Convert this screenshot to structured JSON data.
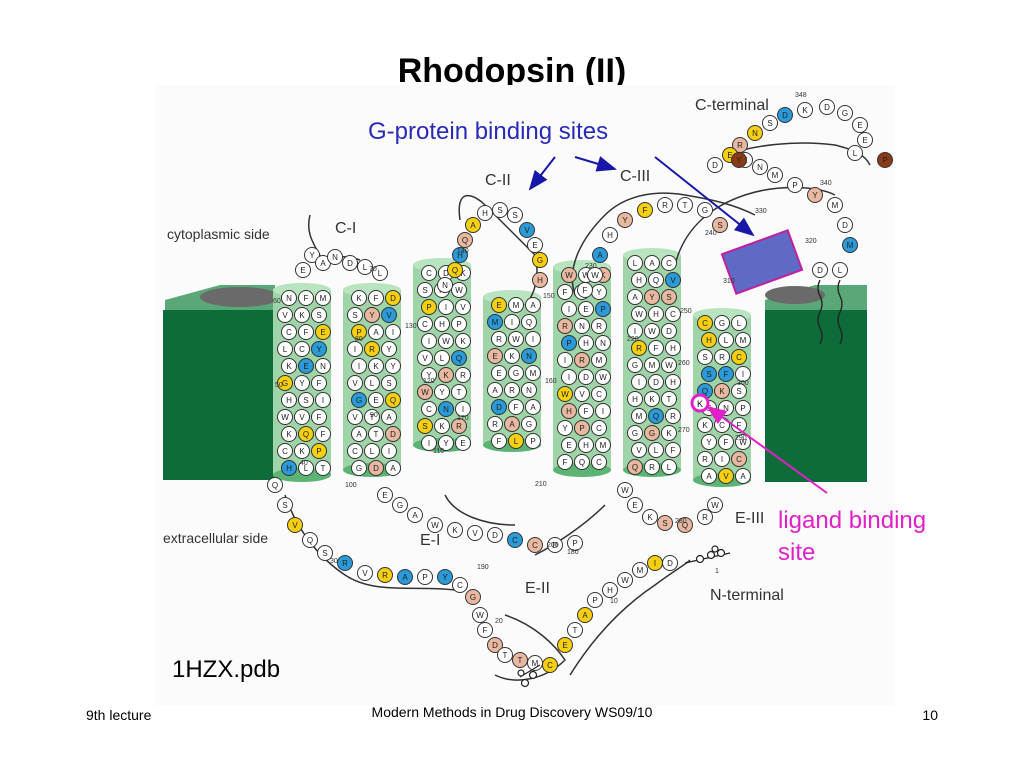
{
  "slide": {
    "title": "Rhodopsin (II)",
    "callout_gprotein": "G-protein binding sites",
    "callout_ligand_line1": "ligand binding",
    "callout_ligand_line2": "site",
    "pdb_label": "1HZX.pdb"
  },
  "diagram": {
    "labels": {
      "c_terminal": "C-terminal",
      "n_terminal": "N-terminal",
      "cytoplasmic": "cytoplasmic side",
      "extracellular": "extracellular side",
      "c1": "C-I",
      "c2": "C-II",
      "c3": "C-III",
      "e1": "E-I",
      "e2": "E-II",
      "e3": "E-III"
    },
    "numbers": [
      "348",
      "340",
      "330",
      "320",
      "310",
      "300",
      "290",
      "280",
      "270",
      "260",
      "250",
      "240",
      "230",
      "220",
      "210",
      "200",
      "190",
      "180",
      "170",
      "160",
      "150",
      "140",
      "130",
      "120",
      "110",
      "100",
      "90",
      "80",
      "70",
      "60",
      "50",
      "40",
      "30",
      "20",
      "10",
      "1"
    ],
    "colors": {
      "membrane": "#0e6b3a",
      "helix": "#9fd4a8",
      "residue_yellow": "#f6d010",
      "residue_blue": "#2a9ad8",
      "residue_salmon": "#e8b8a0",
      "residue_red": "#d82828",
      "residue_brown": "#8b3a18",
      "residue_magenta": "#d81a8a",
      "arrow_blue": "#1818a8",
      "arrow_magenta": "#e020c8"
    }
  },
  "footer": {
    "left": "9th lecture",
    "center": "Modern Methods in Drug Discovery WS09/10",
    "right": "10"
  }
}
